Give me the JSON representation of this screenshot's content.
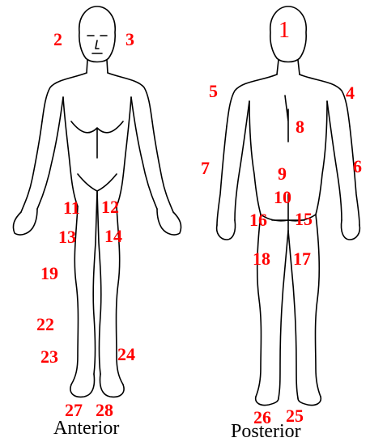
{
  "captions": {
    "anterior": "Anterior",
    "posterior": "Posterior"
  },
  "labels": {
    "l1": "1",
    "l2": "2",
    "l3": "3",
    "l4": "4",
    "l5": "5",
    "l6": "6",
    "l7": "7",
    "l8": "8",
    "l9": "9",
    "l10": "10",
    "l11": "11",
    "l12": "12",
    "l13": "13",
    "l14": "14",
    "l15": "15",
    "l16": "16",
    "l17": "17",
    "l18": "18",
    "l19": "19",
    "l22": "22",
    "l23": "23",
    "l24": "24",
    "l25": "25",
    "l26": "26",
    "l27": "27",
    "l28": "28"
  },
  "colors": {
    "label": "#ff0000",
    "line": "#000000"
  }
}
